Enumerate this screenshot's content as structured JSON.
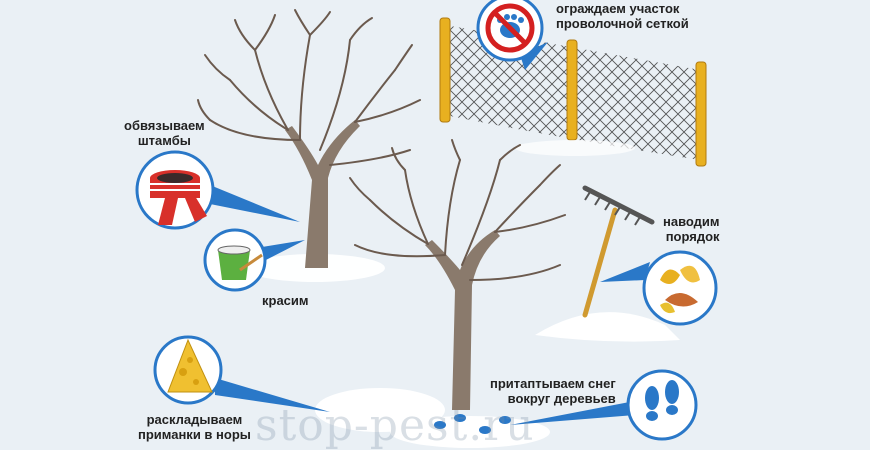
{
  "labels": {
    "fence": [
      "ограждаем участок",
      "проволочной сеткой"
    ],
    "wrap": [
      "обвязываем",
      "штамбы"
    ],
    "paint": "красим",
    "cleanup": [
      "наводим",
      "порядок"
    ],
    "baits": [
      "раскладываем",
      "приманки в норы"
    ],
    "stomp": [
      "притаптываем снег",
      "вокруг деревьев"
    ]
  },
  "watermark": "stop-pest.ru",
  "colors": {
    "background": "#eaf0f5",
    "trunk": "#8a7a6c",
    "branch": "#6b5a4e",
    "snow": "#ffffff",
    "callout": "#2a78c8",
    "post": "#e8b020",
    "ban": "#d42020",
    "scarf": "#d8302a"
  },
  "icons": [
    "scarf-icon",
    "paint-bucket-icon",
    "no-rodents-sign-icon",
    "fallen-leaves-icon",
    "poison-cheese-icon",
    "footprints-icon",
    "rake-icon",
    "wire-fence-icon"
  ]
}
